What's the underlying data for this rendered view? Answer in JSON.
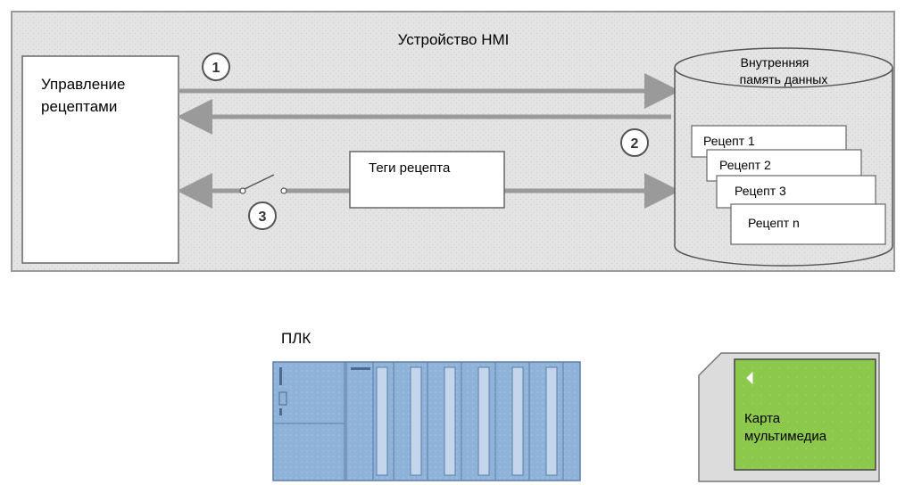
{
  "hmi_device": {
    "title": "Устройство HMI"
  },
  "recipe_management": {
    "label_line1": "Управление",
    "label_line2": "рецептами"
  },
  "internal_memory": {
    "label_line1": "Внутренняя",
    "label_line2": "память данных"
  },
  "recipe_tags": {
    "label": "Теги рецепта"
  },
  "recipes": [
    "Рецепт 1",
    "Рецепт 2",
    "Рецепт 3",
    "Рецепт n"
  ],
  "markers": [
    "1",
    "2",
    "3"
  ],
  "plc": {
    "label": "ПЛК"
  },
  "memory_card": {
    "label_line1": "Карта",
    "label_line2": "мультимедиа"
  },
  "colors": {
    "hmi_panel": "#e2e2e2",
    "arrow": "#9a9a9a",
    "plc_blue": "#8fb2d8",
    "card_green": "#8cc84b"
  }
}
